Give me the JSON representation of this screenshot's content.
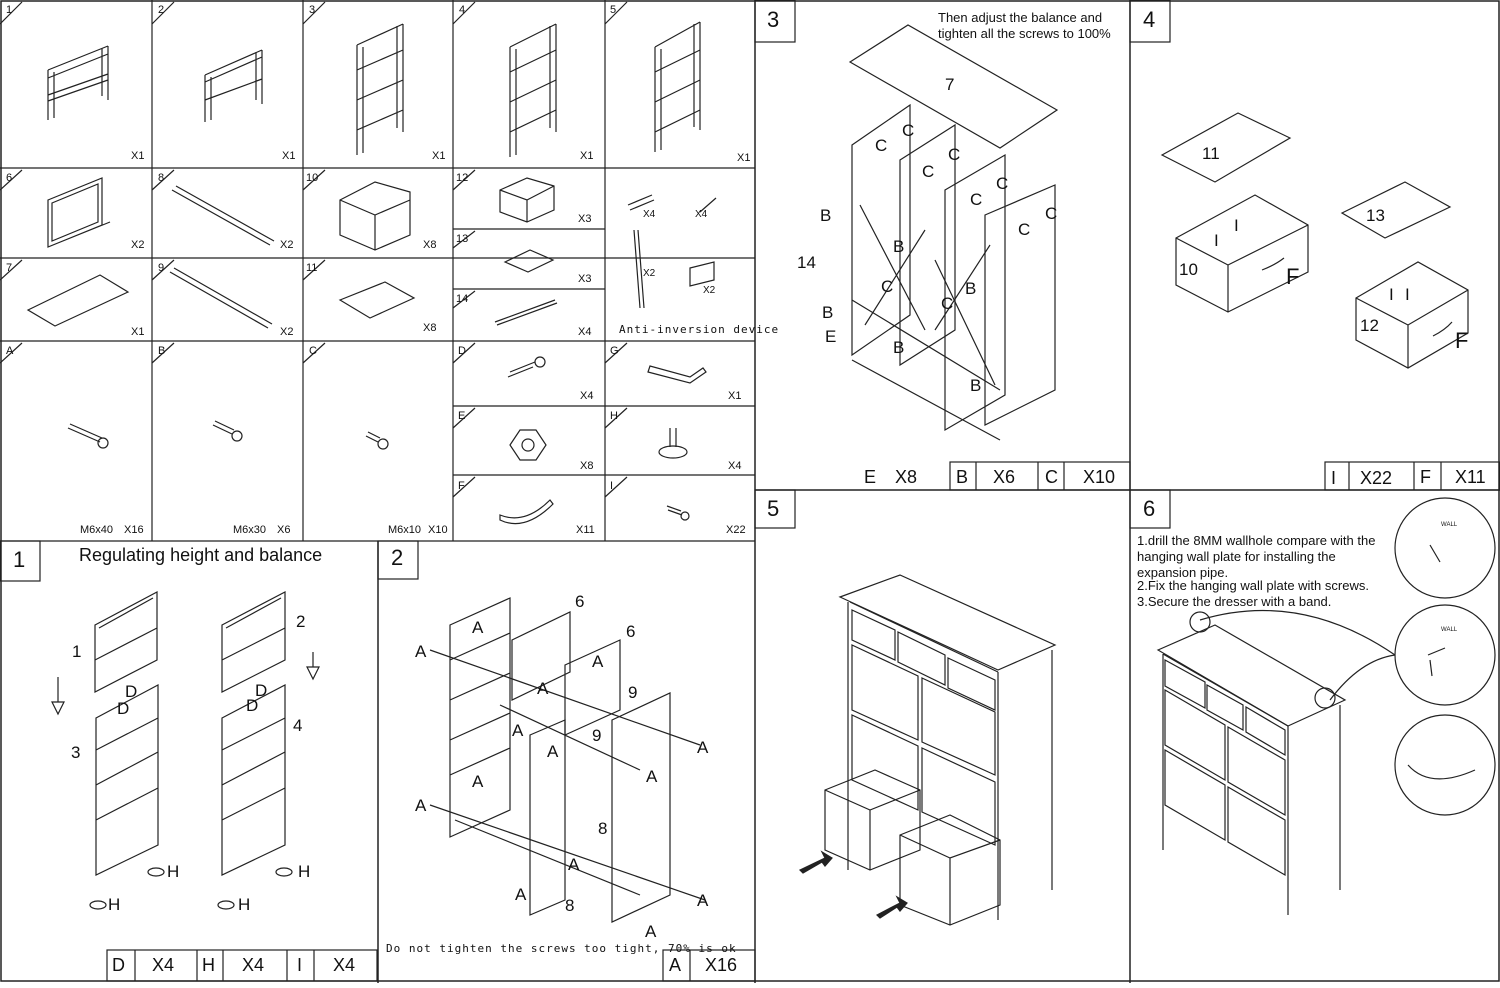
{
  "parts": {
    "cells": [
      {
        "id": "1",
        "qty": "X1"
      },
      {
        "id": "2",
        "qty": "X1"
      },
      {
        "id": "3",
        "qty": "X1"
      },
      {
        "id": "4",
        "qty": "X1"
      },
      {
        "id": "5",
        "qty": "X1"
      },
      {
        "id": "6",
        "qty": "X2"
      },
      {
        "id": "8",
        "qty": "X2"
      },
      {
        "id": "10",
        "qty": "X8"
      },
      {
        "id": "12",
        "qty": "X3"
      },
      {
        "id": "13",
        "qty": "X3"
      },
      {
        "id": "14",
        "qty": "X4"
      },
      {
        "id": "7",
        "qty": "X1"
      },
      {
        "id": "9",
        "qty": "X2"
      },
      {
        "id": "11",
        "qty": "X8"
      }
    ],
    "anti": {
      "label": "Anti-inversion device",
      "q1": "X4",
      "q2": "X4",
      "q3": "X2",
      "q4": "X2"
    },
    "hardware": [
      {
        "id": "A",
        "spec": "M6x40",
        "qty": "X16"
      },
      {
        "id": "B",
        "spec": "M6x30",
        "qty": "X6"
      },
      {
        "id": "C",
        "spec": "M6x10",
        "qty": "X10"
      },
      {
        "id": "D",
        "qty": "X4"
      },
      {
        "id": "G",
        "qty": "X1"
      },
      {
        "id": "E",
        "qty": "X8"
      },
      {
        "id": "H",
        "qty": "X4"
      },
      {
        "id": "F",
        "qty": "X11"
      },
      {
        "id": "I",
        "qty": "X22"
      }
    ]
  },
  "steps": {
    "s1": {
      "num": "1",
      "title": "Regulating height and balance",
      "labels": {
        "p1": "1",
        "p2": "2",
        "p3": "3",
        "p4": "4",
        "d": "D",
        "h": "H"
      },
      "counts": [
        {
          "k": "D",
          "v": "X4"
        },
        {
          "k": "H",
          "v": "X4"
        },
        {
          "k": "I",
          "v": "X4"
        }
      ]
    },
    "s2": {
      "num": "2",
      "note": "Do not tighten the screws too tight, 70% is ok",
      "labels": {
        "a": "A",
        "six": "6",
        "nine": "9",
        "eight": "8"
      },
      "counts": [
        {
          "k": "A",
          "v": "X16"
        }
      ]
    },
    "s3": {
      "num": "3",
      "note": "Then adjust the balance and tighten all  the screws to 100%",
      "labels": {
        "seven": "7",
        "fourteen": "14",
        "b": "B",
        "c": "C",
        "e": "E"
      },
      "counts": [
        {
          "k": "E",
          "v": "X8"
        },
        {
          "k": "B",
          "v": "X6"
        },
        {
          "k": "C",
          "v": "X10"
        }
      ]
    },
    "s4": {
      "num": "4",
      "labels": {
        "p10": "10",
        "p11": "11",
        "p12": "12",
        "p13": "13",
        "f": "F",
        "i": "I"
      },
      "counts": [
        {
          "k": "I",
          "v": "X22"
        },
        {
          "k": "F",
          "v": "X11"
        }
      ]
    },
    "s5": {
      "num": "5"
    },
    "s6": {
      "num": "6",
      "notes": [
        "1.drill the 8MM wallhole compare with the hanging wall plate for installing the expansion pipe.",
        "2.Fix the hanging wall plate with screws.",
        "3.Secure the dresser with a band."
      ],
      "wall": "WALL"
    }
  }
}
